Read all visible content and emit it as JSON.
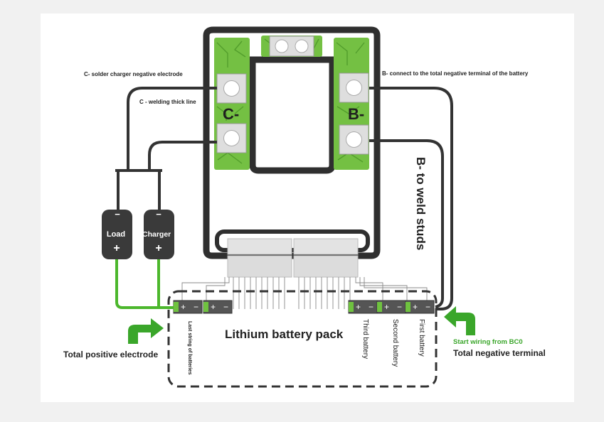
{
  "board": {
    "pad_c_label": "C-",
    "pad_b_label": "B-"
  },
  "labels": {
    "c_solder": "C- solder charger negative electrode",
    "c_welding": "C - welding thick line",
    "b_connect": "B- connect to the total negative terminal of the battery",
    "b_weld_studs": "B- to weld studs",
    "pack": "Lithium battery pack",
    "last_string": "Last string of batteries",
    "third": "Third battery",
    "second": "Second battery",
    "first": "First battery",
    "start_wiring": "Start wiring from BC0",
    "total_negative": "Total negative terminal",
    "total_positive": "Total positive electrode"
  },
  "devices": {
    "load": {
      "label": "Load",
      "minus": "−",
      "plus": "+"
    },
    "charger": {
      "label": "Charger",
      "minus": "−",
      "plus": "+"
    }
  },
  "colors": {
    "board_outline": "#2f2f2f",
    "pcb_green": "#74c043",
    "wire": "#333333",
    "positive_wire": "#4cb72c",
    "arrow_green": "#3aa62a",
    "connector": "#dcdcdc"
  }
}
